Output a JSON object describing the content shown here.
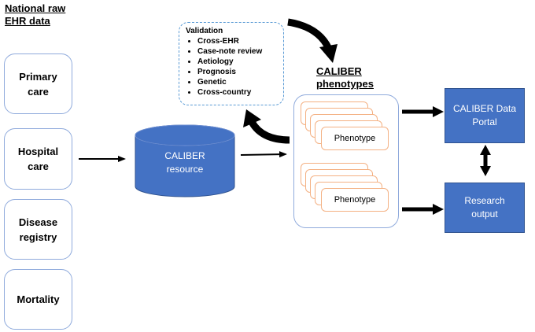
{
  "title": {
    "line1": "National raw",
    "line2": "EHR data"
  },
  "sources": [
    {
      "line1": "Primary",
      "line2": "care"
    },
    {
      "line1": "Hospital",
      "line2": "care"
    },
    {
      "line1": "Disease",
      "line2": "registry"
    },
    {
      "line1": "Mortality",
      "line2": ""
    }
  ],
  "resource": {
    "line1": "CALIBER",
    "line2": "resource"
  },
  "validation": {
    "heading": "Validation",
    "items": [
      "Cross-EHR",
      "Case-note review",
      "Aetiology",
      "Prognosis",
      "Genetic",
      "Cross-country"
    ]
  },
  "phenotypes": {
    "heading_line1": "CALIBER",
    "heading_line2": "phenotypes",
    "card_label": "Phenotype"
  },
  "portal": {
    "line1": "CALIBER Data",
    "line2": "Portal"
  },
  "output": {
    "line1": "Research",
    "line2": "output"
  },
  "colors": {
    "box_blue": "#4472C4",
    "outline_blue": "#8FAADC",
    "dashed_blue": "#5B9BD5",
    "card_orange": "#F4B183"
  }
}
